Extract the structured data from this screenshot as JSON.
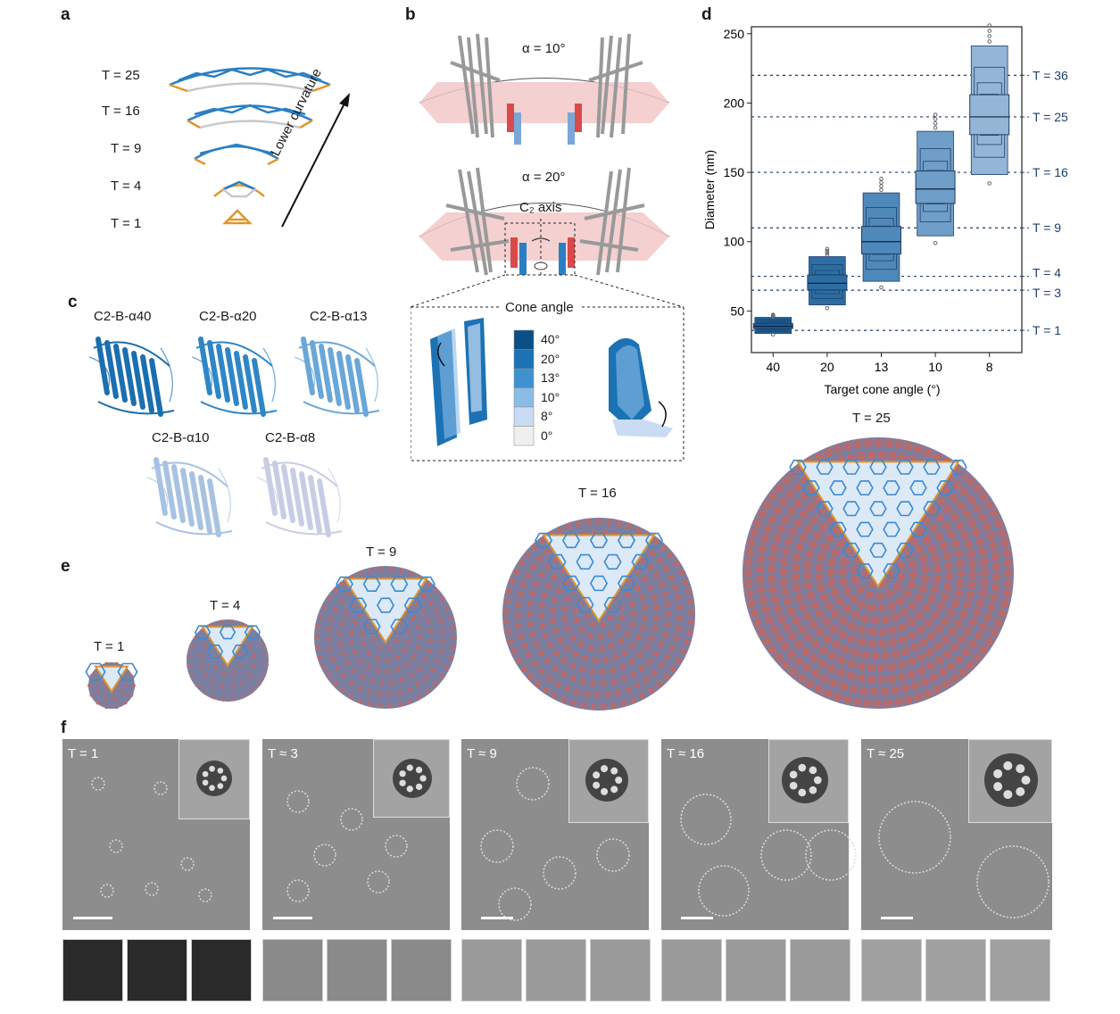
{
  "panels": {
    "a": "a",
    "b": "b",
    "c": "c",
    "d": "d",
    "e": "e",
    "f": "f"
  },
  "panel_a": {
    "t_labels": [
      "T = 25",
      "T = 16",
      "T = 9",
      "T = 4",
      "T = 1"
    ],
    "arrow_label": "Lower curvature",
    "colors": {
      "blue": "#2a7fc4",
      "orange": "#e0962c",
      "gray": "#c8c8c8"
    }
  },
  "panel_b": {
    "alpha10": "α = 10°",
    "alpha20": "α = 20°",
    "c2axis": "C₂ axis",
    "cone_title": "Cone angle",
    "cone_levels": [
      "40°",
      "20°",
      "13°",
      "10°",
      "8°",
      "0°"
    ],
    "cone_colors": [
      "#0b4f86",
      "#1b72b4",
      "#3f92cf",
      "#8cbce6",
      "#c9dcf3",
      "#efefef"
    ]
  },
  "panel_c": {
    "labels": [
      "C2-B-α40",
      "C2-B-α20",
      "C2-B-α13",
      "C2-B-α10",
      "C2-B-α8"
    ],
    "colors": [
      "#1a6faf",
      "#2f86c6",
      "#6aa7d8",
      "#a7c2e2",
      "#c7cde4"
    ]
  },
  "chart_data": {
    "type": "boxen",
    "categories": [
      "40",
      "20",
      "13",
      "10",
      "8"
    ],
    "xlabel": "Target cone angle (°)",
    "ylabel": "Diameter (nm)",
    "ylim": [
      20,
      255
    ],
    "yticks": [
      50,
      100,
      150,
      200,
      250
    ],
    "medians": [
      39,
      70,
      100,
      138,
      190
    ],
    "spreads": [
      4,
      12,
      22,
      26,
      32
    ],
    "series_colors": [
      "#1e5f93",
      "#2c6ea3",
      "#4f89b9",
      "#6f9ec8",
      "#94b6d6"
    ],
    "reference_lines": [
      {
        "label": "T = 36",
        "value": 220
      },
      {
        "label": "T = 25",
        "value": 190
      },
      {
        "label": "T = 16",
        "value": 150
      },
      {
        "label": "T = 9",
        "value": 110
      },
      {
        "label": "T = 4",
        "value": 75
      },
      {
        "label": "T = 3",
        "value": 65
      },
      {
        "label": "T = 1",
        "value": 36
      }
    ],
    "ref_color": "#1f3f6a"
  },
  "panel_e": {
    "labels": [
      "T = 1",
      "T = 4",
      "T = 9",
      "T = 16",
      "T = 25"
    ],
    "colors": {
      "shell": "#b96a6a",
      "inner": "#7d7fa0",
      "lattice": "#3a8ad4",
      "edge": "#e0962c",
      "fill": "#dce9f7"
    }
  },
  "panel_f": {
    "tags": [
      "T = 1",
      "T ≈ 3",
      "T ≈ 9",
      "T ≈ 16",
      "T ≈ 25"
    ]
  }
}
